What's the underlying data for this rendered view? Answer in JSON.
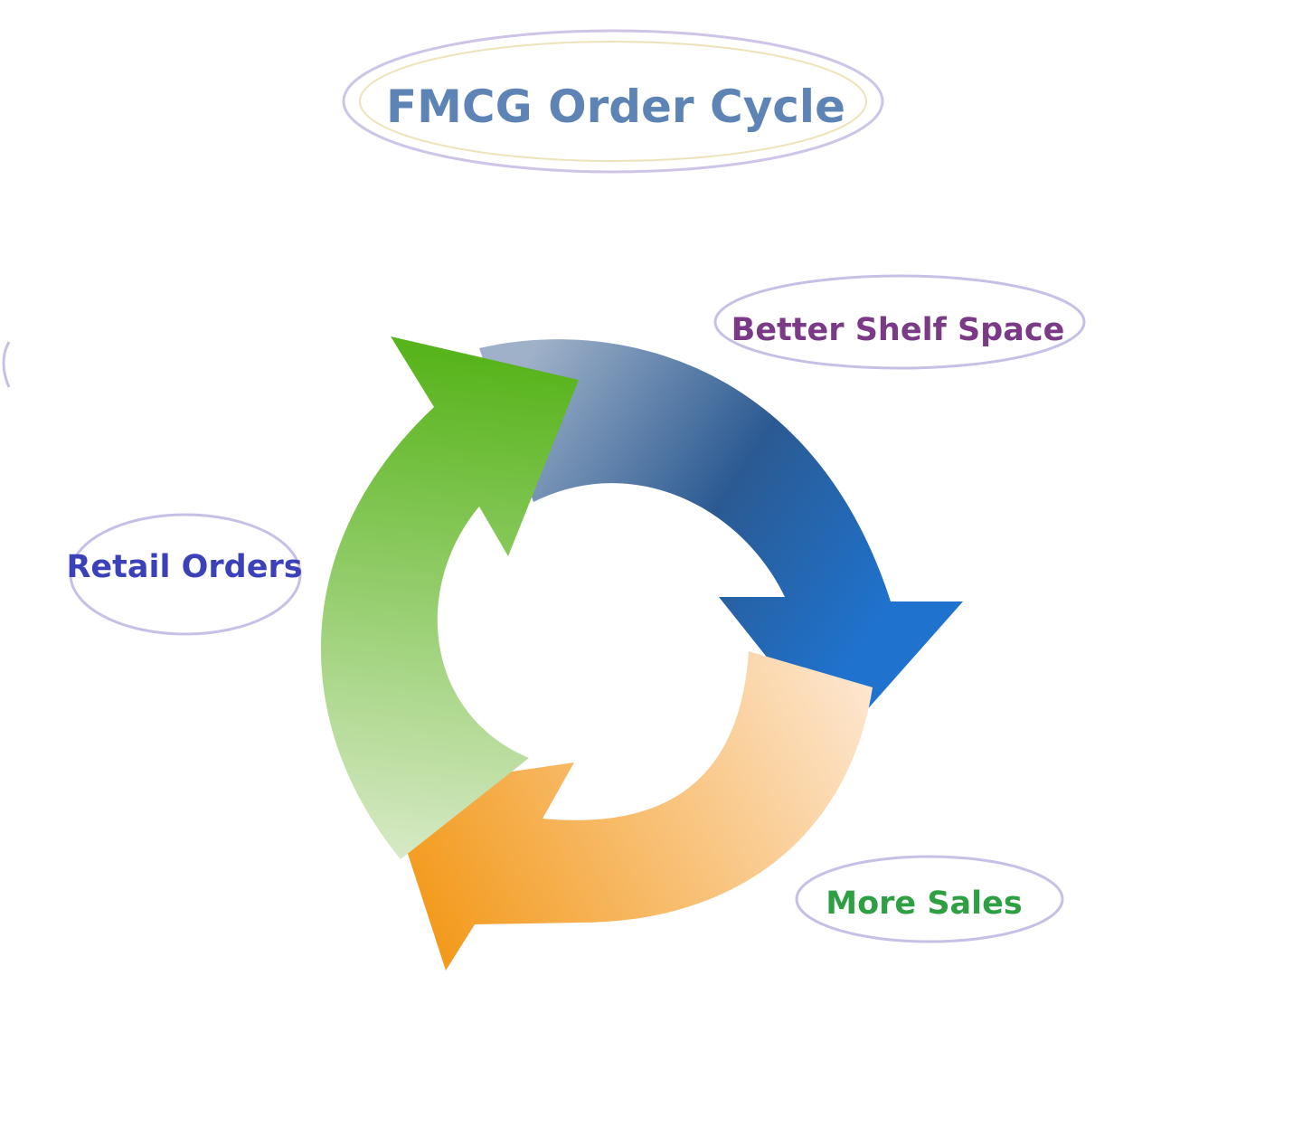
{
  "title": {
    "text": "FMCG Order Cycle",
    "color": "#5e84b6",
    "ellipse_outer_color": "#cdc4e8",
    "ellipse_inner_color": "#ece3b8"
  },
  "nodes": [
    {
      "id": "better-shelf-space",
      "text": "Better Shelf Space",
      "color": "#7a3a86"
    },
    {
      "id": "more-sales",
      "text": "More Sales",
      "color": "#2ea043"
    },
    {
      "id": "retail-orders",
      "text": "Retail Orders",
      "color": "#3b41b8"
    }
  ],
  "node_ellipse_color": "#c7c0e6",
  "arrows": [
    {
      "id": "blue-arrow",
      "from_color": "#9fb1c8",
      "to_color": "#1f72cd"
    },
    {
      "id": "orange-arrow",
      "from_color": "#fde6cf",
      "to_color": "#f39a1c"
    },
    {
      "id": "green-arrow",
      "from_color": "#d6e9c4",
      "to_color": "#58b41c"
    }
  ]
}
